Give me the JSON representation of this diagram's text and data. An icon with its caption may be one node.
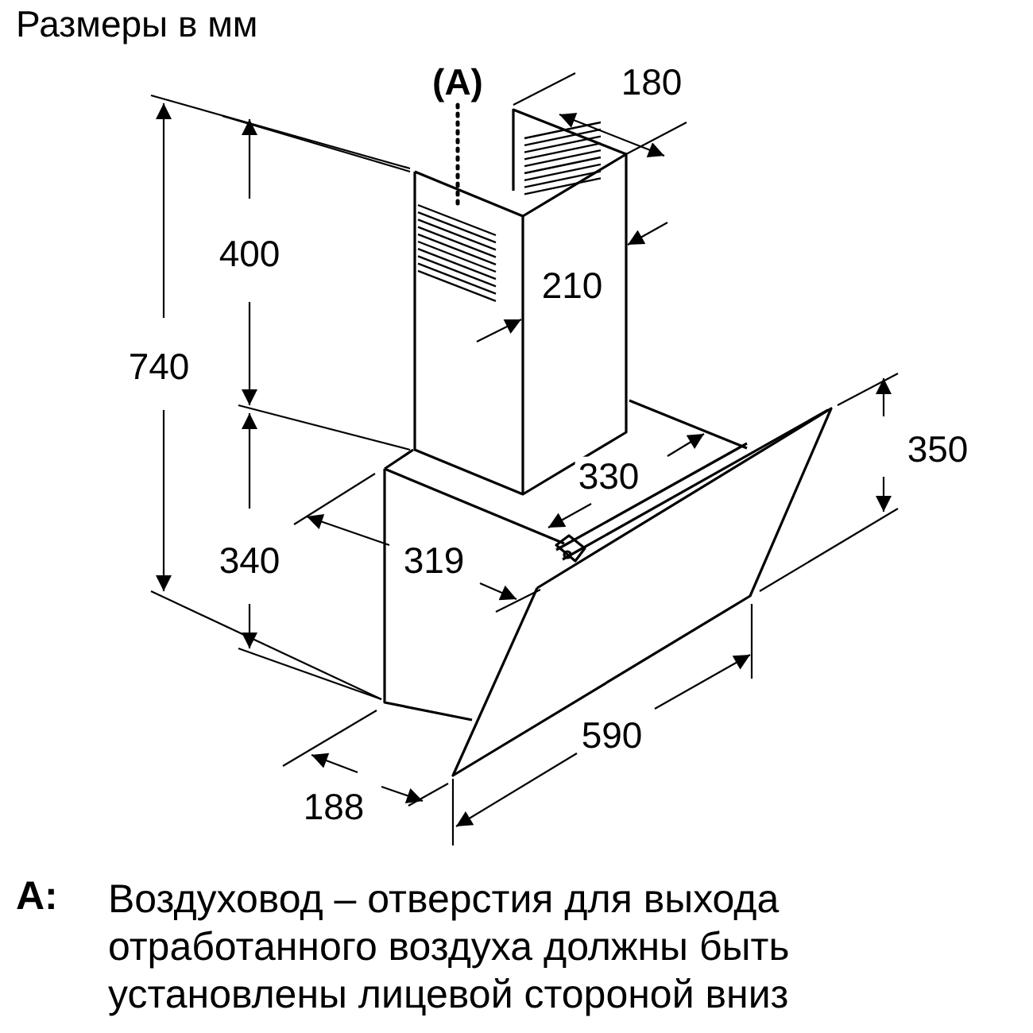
{
  "diagram": {
    "title": "Размеры в мм",
    "nodes": [
      {
        "text": [
          "(A)"
        ]
      },
      {
        "text": [],
        "shape": "picture"
      }
    ],
    "edges": [
      {
        "from": 0,
        "to": 1,
        "arrow": "none",
        "style": "dashed"
      }
    ],
    "labels": [
      "180",
      "400",
      "210",
      "740",
      "350",
      "330",
      "319",
      "340",
      "590",
      "188",
      "A:",
      "Воздуховод – отверстия для выхода отработанного воздуха должны быть установлены лицевой стороной вниз"
    ]
  }
}
